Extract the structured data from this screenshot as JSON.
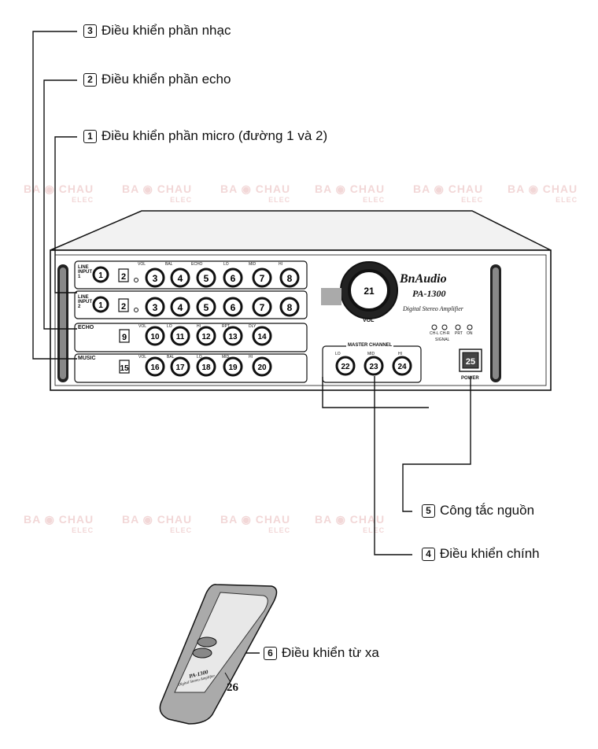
{
  "callouts": [
    {
      "num": "3",
      "text": "Điều khiển phần nhạc"
    },
    {
      "num": "2",
      "text": "Điều khiển phần echo"
    },
    {
      "num": "1",
      "text": "Điều khiển phần micro (đường 1 và 2)"
    },
    {
      "num": "5",
      "text": "Công tắc nguồn"
    },
    {
      "num": "4",
      "text": "Điều khiển chính"
    },
    {
      "num": "6",
      "text": "Điều khiển từ xa"
    }
  ],
  "watermark": {
    "brand_a": "BA",
    "brand_b": "CHAU",
    "sub": "ELEC"
  },
  "amp": {
    "brand": "BnAudio",
    "model": "PA-1300",
    "subtitle": "Digital Stereo Amplifier",
    "line1": "LINE INPUT 1",
    "line2": "LINE INPUT 2",
    "echo": "ECHO",
    "music": "MUSIC",
    "master": "MASTER CHANNEL",
    "vol": "VOL",
    "power": "POWER",
    "knob_labels_mic": [
      "VOL",
      "BAL",
      "ECHO",
      "LO",
      "MID",
      "HI"
    ],
    "knob_labels_echo": [
      "VOL",
      "LO",
      "HI",
      "RPT",
      "DLY"
    ],
    "knob_labels_music": [
      "VOL",
      "BAL",
      "LO",
      "MID",
      "HI"
    ],
    "master_labels": [
      "LO",
      "MID",
      "HI"
    ],
    "signal_labels": [
      "CH-L",
      "CH-R",
      "PRT",
      "ON"
    ],
    "signal": "SIGNAL"
  },
  "remote": {
    "model": "PA-1300",
    "subtitle": "Digital Stereo Amplifier",
    "num": "26"
  }
}
